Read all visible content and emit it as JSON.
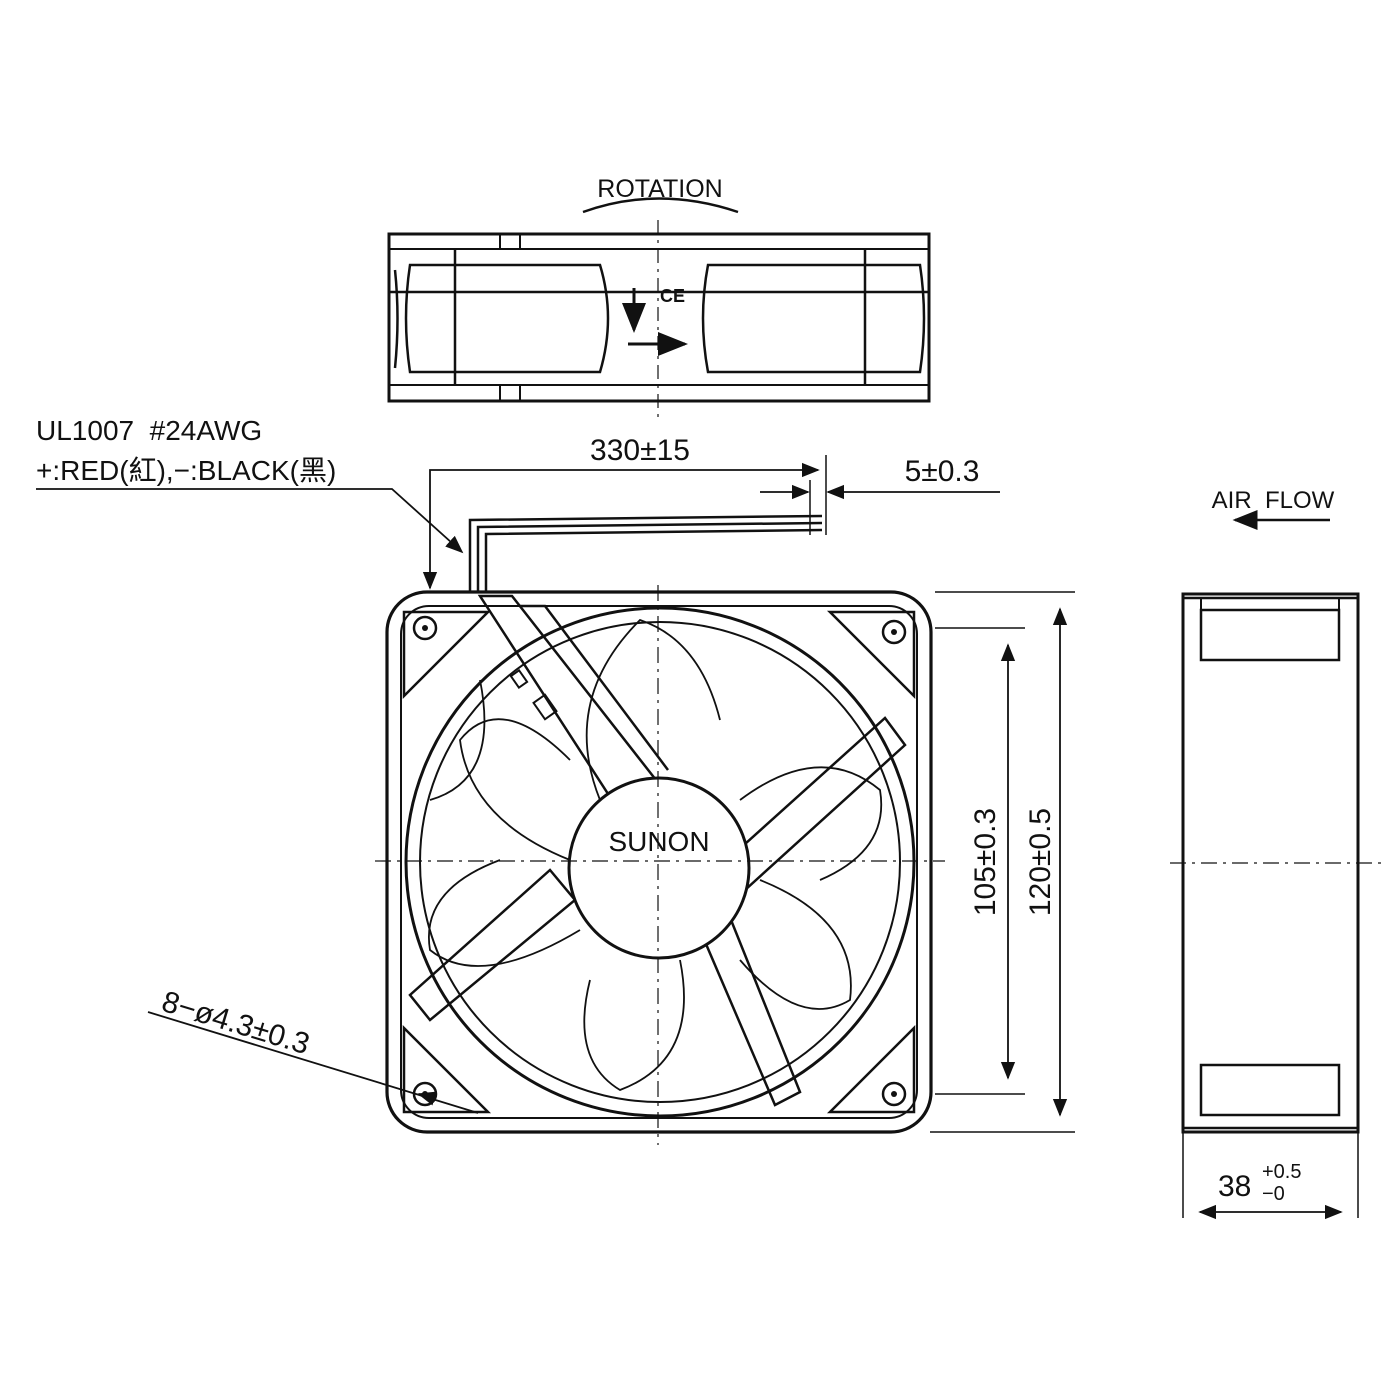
{
  "top_view": {
    "rotation_label": "ROTATION"
  },
  "wire_spec": {
    "line1": "UL1007  #24AWG",
    "line2": "+:RED(紅),−:BLACK(黑)"
  },
  "dimensions": {
    "lead_length": "330±15",
    "strip_length": "5±0.3",
    "hole_spacing": "105±0.3",
    "frame_size": "120±0.5",
    "mount_holes": "8−ø4.3±0.3",
    "depth_base": "38",
    "depth_tol_upper": "+0.5",
    "depth_tol_lower": "−0"
  },
  "side_view": {
    "airflow_label": "AIR  FLOW"
  },
  "hub": {
    "brand": "SUNON"
  },
  "colors": {
    "line": "#111111",
    "background": "#ffffff"
  }
}
